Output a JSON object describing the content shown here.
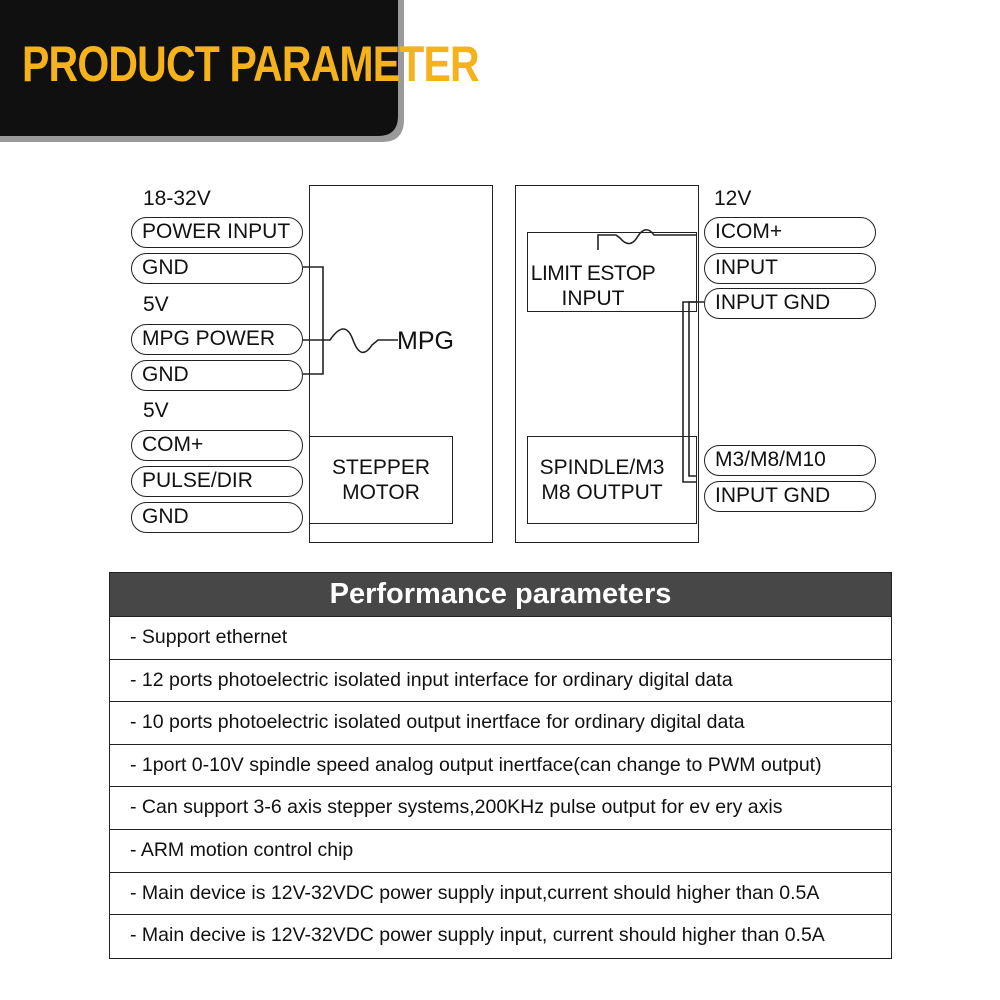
{
  "header": {
    "title": "PRODUCT PARAMETER"
  },
  "diagram": {
    "left_labels": {
      "power_voltage": "18-32V",
      "mpg_voltage": "5V",
      "motor_voltage": "5V"
    },
    "left_pills": [
      "POWER INPUT",
      "GND",
      "MPG POWER",
      "GND",
      "COM+",
      "PULSE/DIR",
      "GND"
    ],
    "mpg_label": "MPG",
    "stepper_box": {
      "line1": "STEPPER",
      "line2": "MOTOR"
    },
    "right_labels": {
      "input_voltage": "12V"
    },
    "right_pills": [
      "ICOM+",
      "INPUT",
      "INPUT GND",
      "M3/M8/M10",
      "INPUT GND"
    ],
    "limit_box": {
      "line1": "LIMIT ESTOP",
      "line2": "INPUT"
    },
    "spindle_box": {
      "line1": "SPINDLE/M3",
      "line2": "M8 OUTPUT"
    }
  },
  "performance": {
    "title": "Performance parameters",
    "rows": [
      "- Support ethernet",
      "- 12 ports photoelectric isolated input interface for ordinary digital data",
      "- 10 ports photoelectric isolated output inertface for ordinary digital data",
      "- 1port 0-10V spindle speed analog output inertface(can change to PWM output)",
      "- Can support 3-6 axis stepper systems,200KHz pulse output for ev ery axis",
      "- ARM motion control chip",
      "- Main device is 12V-32VDC power supply input,current should higher than 0.5A",
      "- Main decive is 12V-32VDC power supply input, current should higher than 0.5A"
    ]
  },
  "colors": {
    "banner_bg": "#101010",
    "banner_accent": "#f6b21b",
    "table_header_bg": "#474747"
  }
}
